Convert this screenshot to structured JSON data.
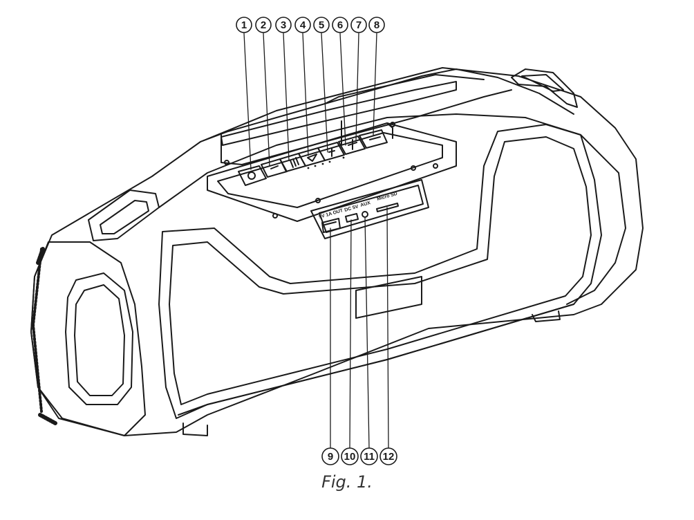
{
  "callouts_top": [
    "1",
    "2",
    "3",
    "4",
    "5",
    "6",
    "7",
    "8"
  ],
  "callouts_bottom": [
    "9",
    "10",
    "11",
    "12"
  ],
  "panel_labels": {
    "usb": "5V 1A OUT",
    "dc": "DC 5V",
    "aux": "AUX",
    "sd": "Micro SD"
  },
  "caption": "Fig. 1."
}
